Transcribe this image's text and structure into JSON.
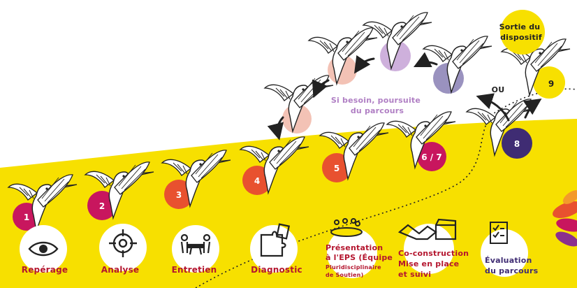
{
  "colors": {
    "yellow": "#f7e000",
    "pink_dark": "#c8165e",
    "orange_red": "#e8512f",
    "peach": "#f1b7a8",
    "lilac": "#c6a2d6",
    "lavender": "#8f86b8",
    "purple_dark": "#3f2c73",
    "text_dark_red": "#b4152e",
    "text_purple": "#3f2c73",
    "text_lilac": "#b07fc4"
  },
  "steps": [
    {
      "number": "1",
      "label": "Repérage",
      "icon": "eye-icon"
    },
    {
      "number": "2",
      "label": "Analyse",
      "icon": "target-icon"
    },
    {
      "number": "3",
      "label": "Entretien",
      "icon": "meeting-icon"
    },
    {
      "number": "4",
      "label": "Diagnostic",
      "icon": "puzzle-icon"
    },
    {
      "number": "5",
      "label_lines": [
        "Présentation",
        "à l'EPS (Équipe",
        "Pluridisciplinaire",
        "de Soutien)"
      ],
      "icon": "team-table-icon"
    },
    {
      "number": "6 / 7",
      "label_lines": [
        "Co-construction",
        "Mise en place",
        "et suivi"
      ],
      "icon": "handshake-icon"
    },
    {
      "number": "8",
      "label_lines": [
        "Évaluation",
        "du parcours"
      ],
      "icon": "checklist-icon"
    },
    {
      "number": "9"
    }
  ],
  "branch": {
    "or_label": "OU",
    "exit_label_lines": [
      "Sortie du",
      "dispositif"
    ],
    "continue_label_lines": [
      "Si besoin, poursuite",
      "du parcours"
    ]
  }
}
